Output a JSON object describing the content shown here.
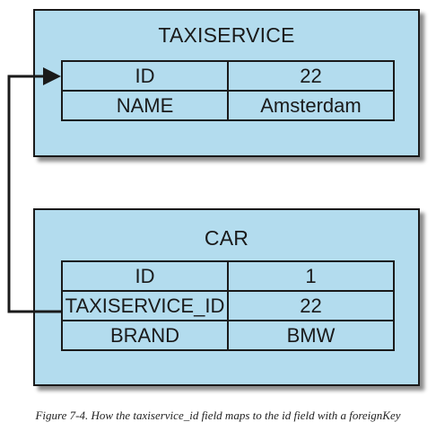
{
  "taxiservice": {
    "title": "TAXISERVICE",
    "rows": [
      {
        "key": "ID",
        "value": "22"
      },
      {
        "key": "NAME",
        "value": "Amsterdam"
      }
    ]
  },
  "car": {
    "title": "CAR",
    "rows": [
      {
        "key": "ID",
        "value": "1"
      },
      {
        "key": "TAXISERVICE_ID",
        "value": "22"
      },
      {
        "key": "BRAND",
        "value": "BMW"
      }
    ]
  },
  "caption": "Figure 7-4. How the taxiservice_id field maps to the id field with a foreignKey",
  "colors": {
    "panel_fill": "#b3dcee",
    "stroke": "#1a1a1a"
  }
}
